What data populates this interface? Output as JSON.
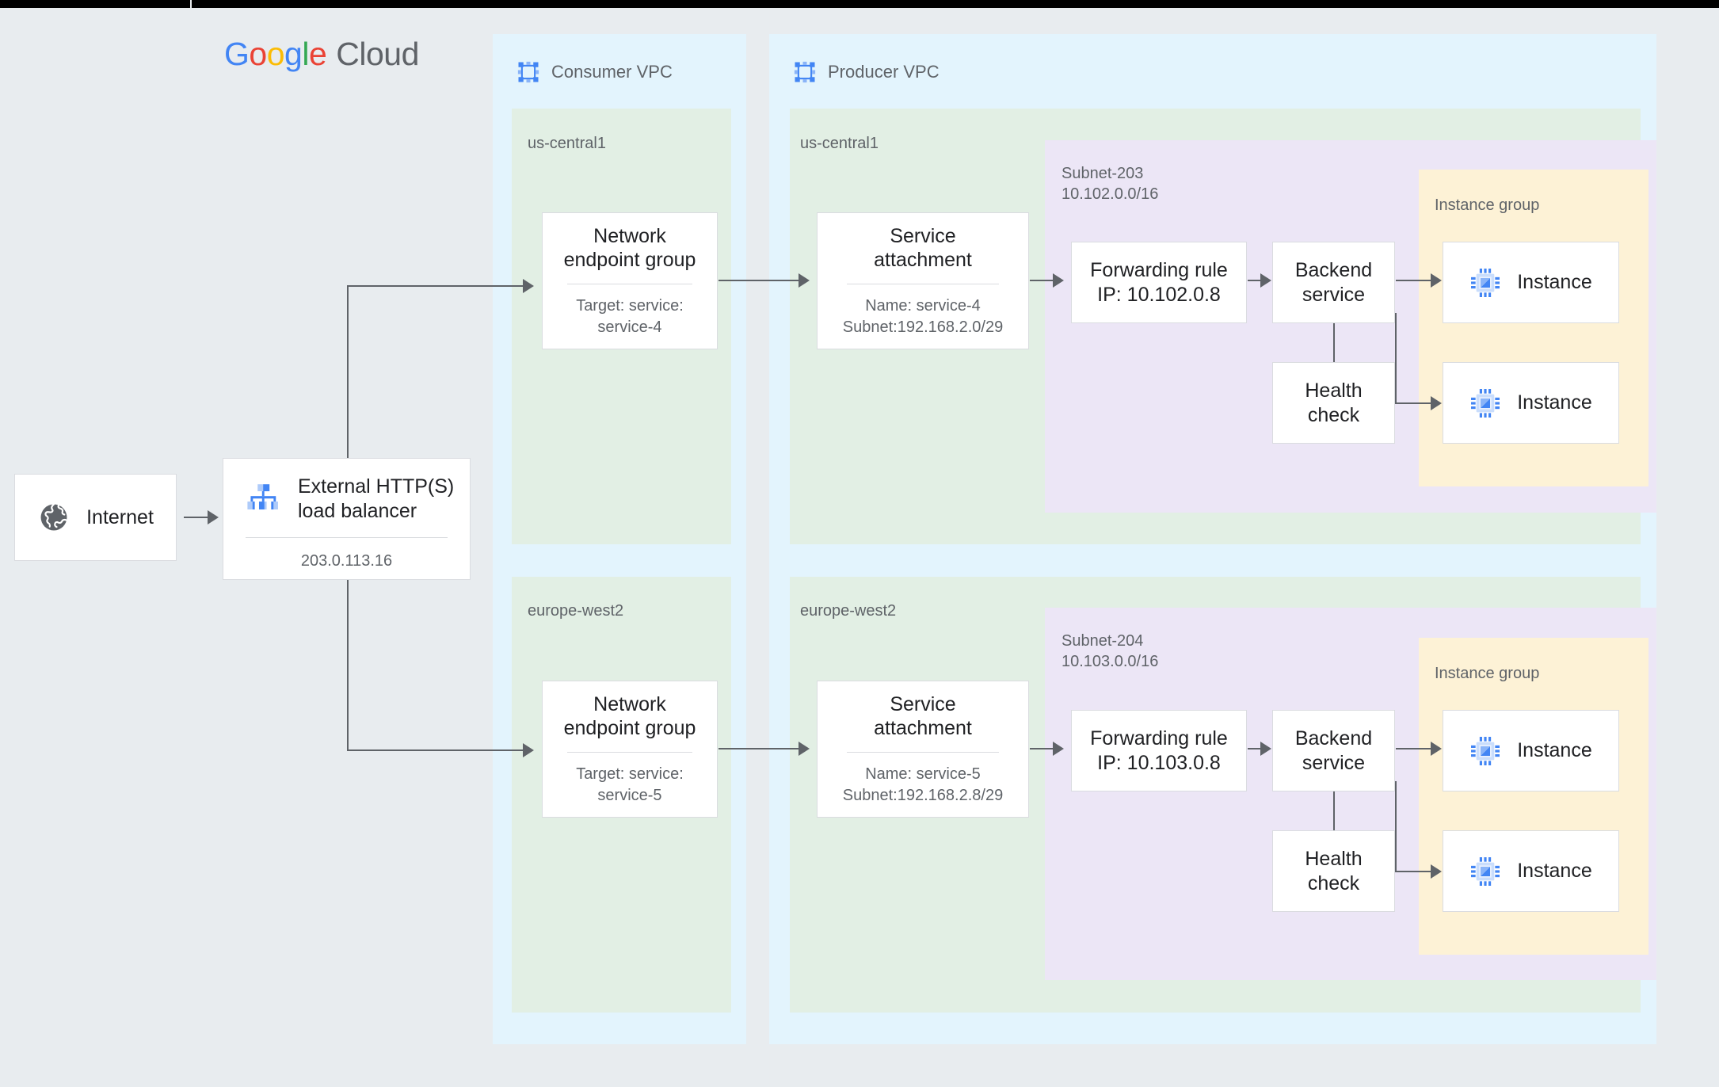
{
  "brand": {
    "logo_text": "Google Cloud",
    "logo_g1": "G",
    "logo_o1": "o",
    "logo_o2": "o",
    "logo_g2": "g",
    "logo_l": "l",
    "logo_e": "e",
    "logo_cloud": "Cloud"
  },
  "colors": {
    "background": "#e8ecef",
    "vpc": "#e3f4fd",
    "region": "#e2efe4",
    "subnet": "#ece6f6",
    "instance_group": "#fdf2d6",
    "card": "#ffffff",
    "line": "#5f6368",
    "text_dark": "#202124",
    "text_muted": "#5f6368",
    "accent_blue": "#4285F4",
    "accent_red": "#EA4335",
    "accent_yellow": "#FBBC05",
    "accent_green": "#34A853"
  },
  "internet": {
    "label": "Internet",
    "icon": "globe-icon"
  },
  "load_balancer": {
    "title": "External HTTP(S)\nload balancer",
    "ip": "203.0.113.16",
    "icon": "load-balancer-icon"
  },
  "consumer_vpc": {
    "title": "Consumer VPC",
    "icon": "vpc-icon",
    "regions": [
      {
        "name": "us-central1",
        "neg": {
          "title": "Network\nendpoint group",
          "sub": "Target: service:\nservice-4"
        }
      },
      {
        "name": "europe-west2",
        "neg": {
          "title": "Network\nendpoint group",
          "sub": "Target: service:\nservice-5"
        }
      }
    ]
  },
  "producer_vpc": {
    "title": "Producer VPC",
    "icon": "vpc-icon",
    "regions": [
      {
        "name": "us-central1",
        "service_attachment": {
          "title": "Service\nattachment",
          "sub": "Name: service-4\nSubnet:192.168.2.0/29"
        },
        "subnet": {
          "label": "Subnet-203\n10.102.0.0/16"
        },
        "forwarding_rule": {
          "title": "Forwarding rule\nIP: 10.102.0.8"
        },
        "backend_service": {
          "title": "Backend\nservice"
        },
        "health_check": {
          "title": "Health\ncheck"
        },
        "instance_group": {
          "label": "Instance group",
          "instances": [
            {
              "label": "Instance",
              "icon": "instance-chip-icon"
            },
            {
              "label": "Instance",
              "icon": "instance-chip-icon"
            }
          ]
        }
      },
      {
        "name": "europe-west2",
        "service_attachment": {
          "title": "Service\nattachment",
          "sub": "Name: service-5\nSubnet:192.168.2.8/29"
        },
        "subnet": {
          "label": "Subnet-204\n10.103.0.0/16"
        },
        "forwarding_rule": {
          "title": "Forwarding rule\nIP: 10.103.0.8"
        },
        "backend_service": {
          "title": "Backend\nservice"
        },
        "health_check": {
          "title": "Health\ncheck"
        },
        "instance_group": {
          "label": "Instance group",
          "instances": [
            {
              "label": "Instance",
              "icon": "instance-chip-icon"
            },
            {
              "label": "Instance",
              "icon": "instance-chip-icon"
            }
          ]
        }
      }
    ]
  }
}
